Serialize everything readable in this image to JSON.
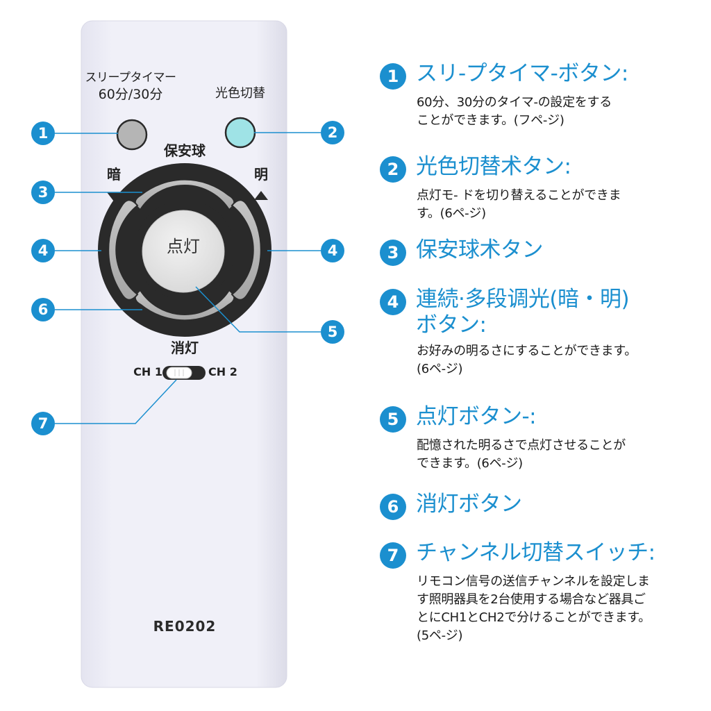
{
  "remote": {
    "sleep_label": "スリープタイマー",
    "sleep_sublabel": "60分/30分",
    "color_label": "光色切替",
    "hoan_label": "保安球",
    "dark_label": "暗",
    "bright_label": "明",
    "center_label": "点灯",
    "off_label": "消灯",
    "ch1_label": "CH 1",
    "ch2_label": "CH 2",
    "model": "RE0202"
  },
  "badges": [
    "1",
    "2",
    "3",
    "4",
    "4",
    "5",
    "6",
    "7"
  ],
  "colors": {
    "accent": "#1b8fcf",
    "remote_body": "#ededf6",
    "button_gray": "#b5b5b5",
    "color_button": "#9fe3e6",
    "center_button": "#e6e6e6"
  },
  "items": [
    {
      "num": "1",
      "title": "スリ-プタイマ-ボタン:",
      "desc": "60分、30分のタイマ-の設定をする\nことができます。(フペ-ジ)"
    },
    {
      "num": "2",
      "title": "光色切替术タン:",
      "desc": "点灯モ- ドを切り替えることができま\nす。(6ペ-ジ)"
    },
    {
      "num": "3",
      "title": "保安球术タン",
      "desc": ""
    },
    {
      "num": "4",
      "title": "連続·多段调光(暗・明)\nボタン:",
      "desc": "お好みの明るさにすることができます。\n(6ペ-ジ)"
    },
    {
      "num": "5",
      "title": "点灯ボタン-:",
      "desc": "配憶された明るさで点灯させることが\nできます。(6ペ-ジ)"
    },
    {
      "num": "6",
      "title": "消灯ボタン",
      "desc": ""
    },
    {
      "num": "7",
      "title": "チャンネル切替スイッチ:",
      "desc": "リモコン信号の送信チャンネルを設定しま\nす照明器具を2台使用する場合など器具ご\nとにCH1とCH2で分けることができます。\n(5ペ-ジ)"
    }
  ]
}
